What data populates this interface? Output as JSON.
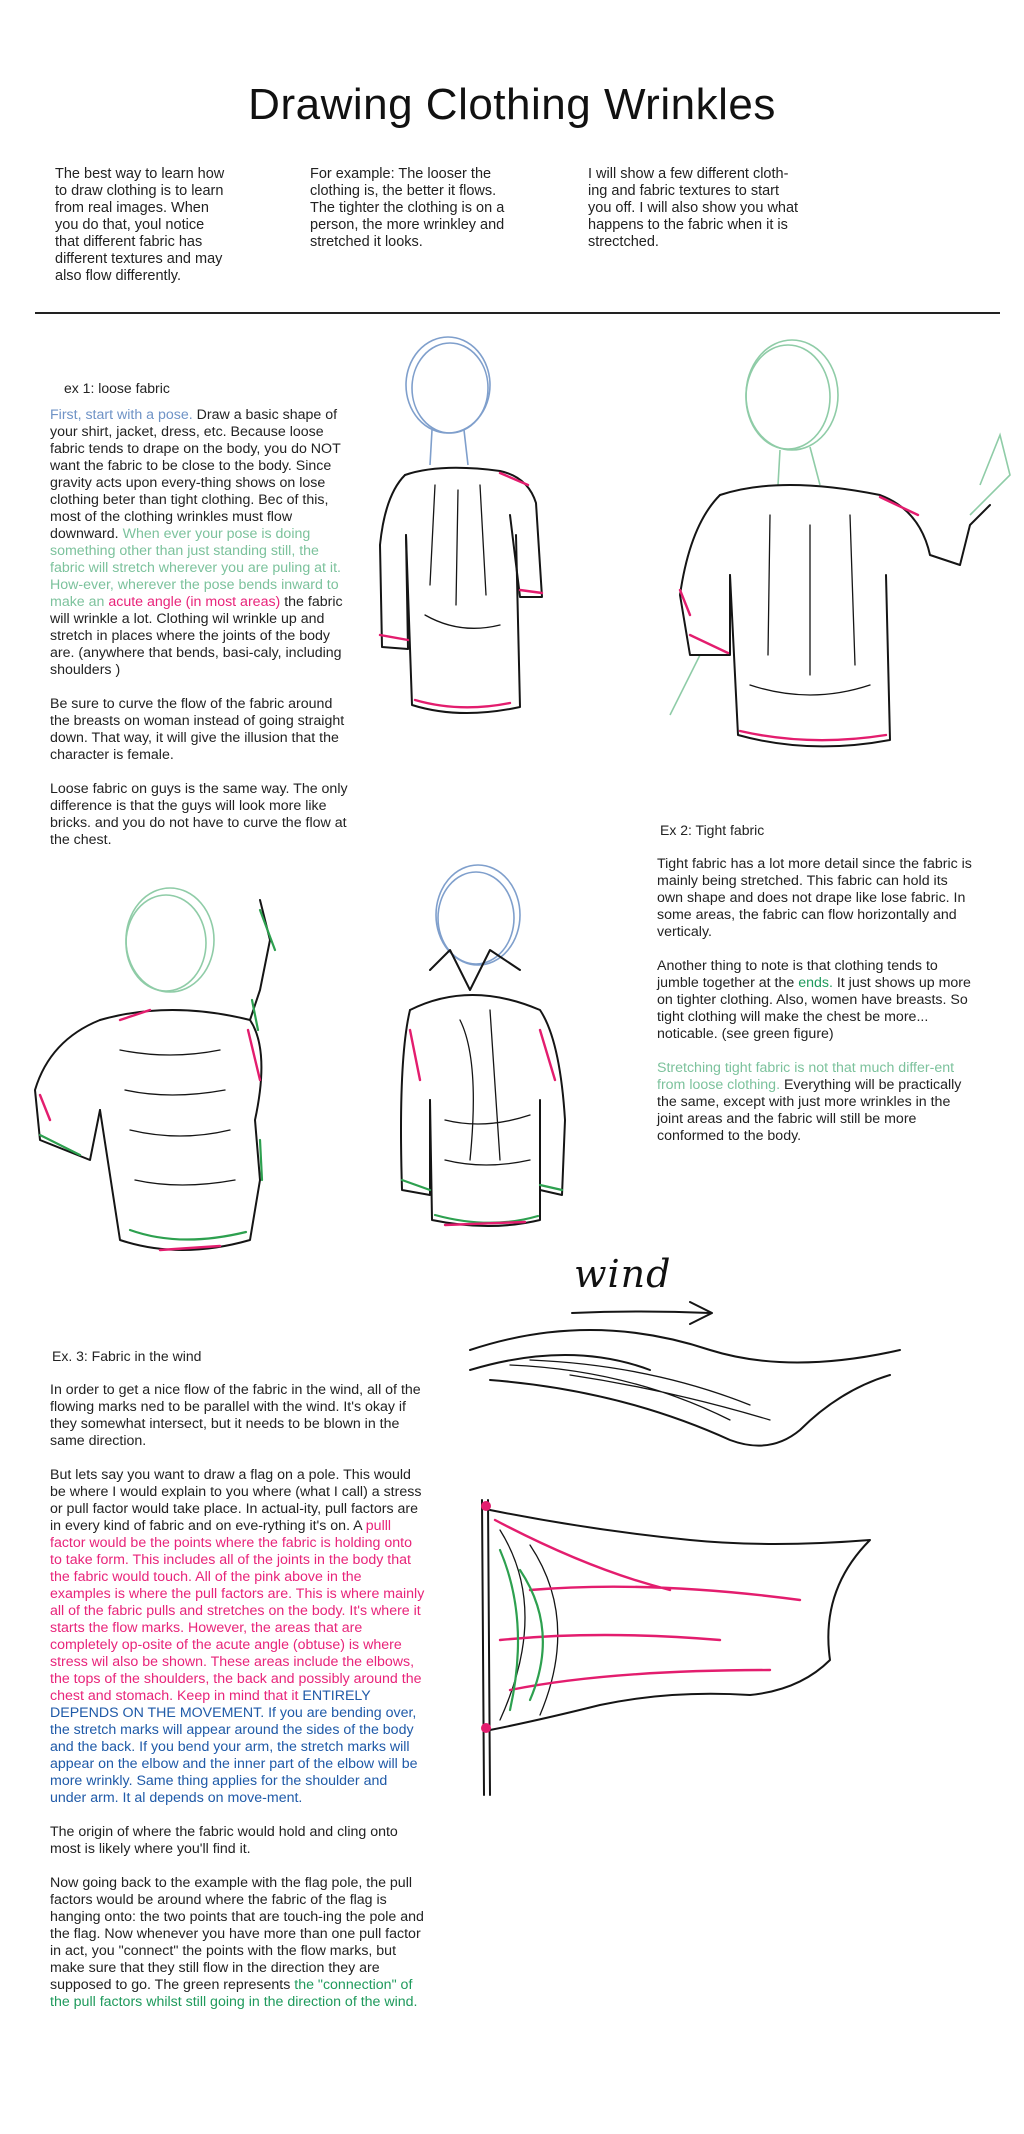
{
  "title": "Drawing Clothing Wrinkles",
  "intro": {
    "col1": [
      "The best way to learn how",
      "to draw clothing is to learn",
      "from real images. When",
      "you do that, youl notice",
      "that different fabric has",
      "different textures and may",
      "also flow differently."
    ],
    "col2": [
      "For example: The looser the",
      "clothing is, the better it flows.",
      "The tighter the clothing is on a",
      "person, the more wrinkley and",
      "stretched it looks."
    ],
    "col3": [
      "I will show a few different cloth-",
      "ing and fabric textures to start",
      "you off. I will also show you what",
      "happens to the fabric when it is",
      "strectched."
    ]
  },
  "ex1": {
    "heading": "ex 1: loose fabric",
    "p1": {
      "s1": "First, start with a pose.",
      "s2": " Draw a basic shape of your shirt, jacket, dress, etc. Because loose fabric tends to drape on the body, you do NOT want the fabric to be close to the body. Since gravity acts upon every-thing shows on lose clothing beter than tight clothing. Bec  of this, most of the clothing wrinkles must flow downward.",
      "s3": " When ever your pose is doing something other than just standing still, the fabric will stretch wherever you are puling at it. How-ever, wherever the pose bends inward to make an ",
      "s4": "acute angle (in most areas)",
      "s5": " the fabric will wrinkle a lot. Clothing wil wrinkle up and stretch in places where the joints of the body are. (anywhere that bends, basi-caly, including shoulders )"
    },
    "p2": "Be sure to curve the flow of the fabric around the breasts on woman instead of going straight down. That way, it will give the illusion that the character is female.",
    "p3": "Loose fabric on guys is the same way. The only difference is that the guys will look more like bricks. and you do not have to curve the flow at the chest."
  },
  "ex2": {
    "heading": "Ex 2: Tight fabric",
    "p1": "Tight fabric has a lot more detail since the fabric is mainly being stretched. This fabric can hold its own shape and does not drape like lose fabric. In some areas, the fabric can flow horizontally and verticaly.",
    "p2": {
      "s1": "Another thing to note is that clothing tends to jumble together at the ",
      "s2": "ends.",
      "s3": " It just shows up more on tighter clothing. Also, women have breasts. So tight clothing will make the chest be more... noticable. (see green figure)"
    },
    "p3": {
      "s1": "Stretching tight fabric is not that much differ-ent from loose clothing.",
      "s2": " Everything will be practically the same, except with just more wrinkles in the joint areas and the fabric will still be more conformed to the body."
    }
  },
  "wind_label": "wind",
  "ex3": {
    "heading": "Ex. 3: Fabric in the wind",
    "p1": "In order to get a nice flow of the fabric in the wind, all of the flowing marks ned to be parallel with the wind. It's okay if they somewhat intersect, but it needs to be blown in the same direction.",
    "p2": {
      "s1": "But lets say you want to draw a flag on a pole. This would be where I would explain to you where (what I call) a stress or pull factor would take place. In actual-ity, pull factors are in every kind of fabric and on eve-rything it's on. A ",
      "s2": "pulll factor would be the points where the fabric is holding onto to take form. This includes all of the joints in the body that the fabric would touch. All of the pink above in the examples is where the pull factors are. This is where mainly all of the fabric pulls and stretches on the body. It's where it starts the flow marks. However, the areas that are completely op-osite of the acute angle (obtuse) is where stress wil also be shown. These areas include the elbows, the tops of the shoulders, the back and possibly around the chest and stomach. Keep in mind that it ",
      "s3": "ENTIRELY DEPENDS ON THE MOVEMENT. If you are bending over, the stretch marks will appear around the sides of the body and the back. If you bend your arm, the stretch marks will appear on the elbow and the inner part of the elbow will be more wrinkly. Same thing applies for the shoulder and under arm. It al depends on move-ment."
    },
    "p3": "The origin of where the fabric would hold and cling onto most is likely where you'll find it.",
    "p4": {
      "s1": "Now going back to the example with the flag pole, the pull factors would be around where the fabric of the flag is hanging onto: the two points that are touch-ing the pole and the flag. Now whenever you have more than one pull factor in act, you \"connect\" the points with the flow marks, but make sure that they still flow in the direction they are supposed to go. The green represents ",
      "s2": "the \"connection\" of the pull factors whilst still going in the direction of the wind."
    }
  },
  "colors": {
    "light_blue": "#6f93c6",
    "light_green": "#7cc29c",
    "pink": "#e8247a",
    "dark_blue": "#1f5aa8",
    "green": "#1f9a5c"
  }
}
